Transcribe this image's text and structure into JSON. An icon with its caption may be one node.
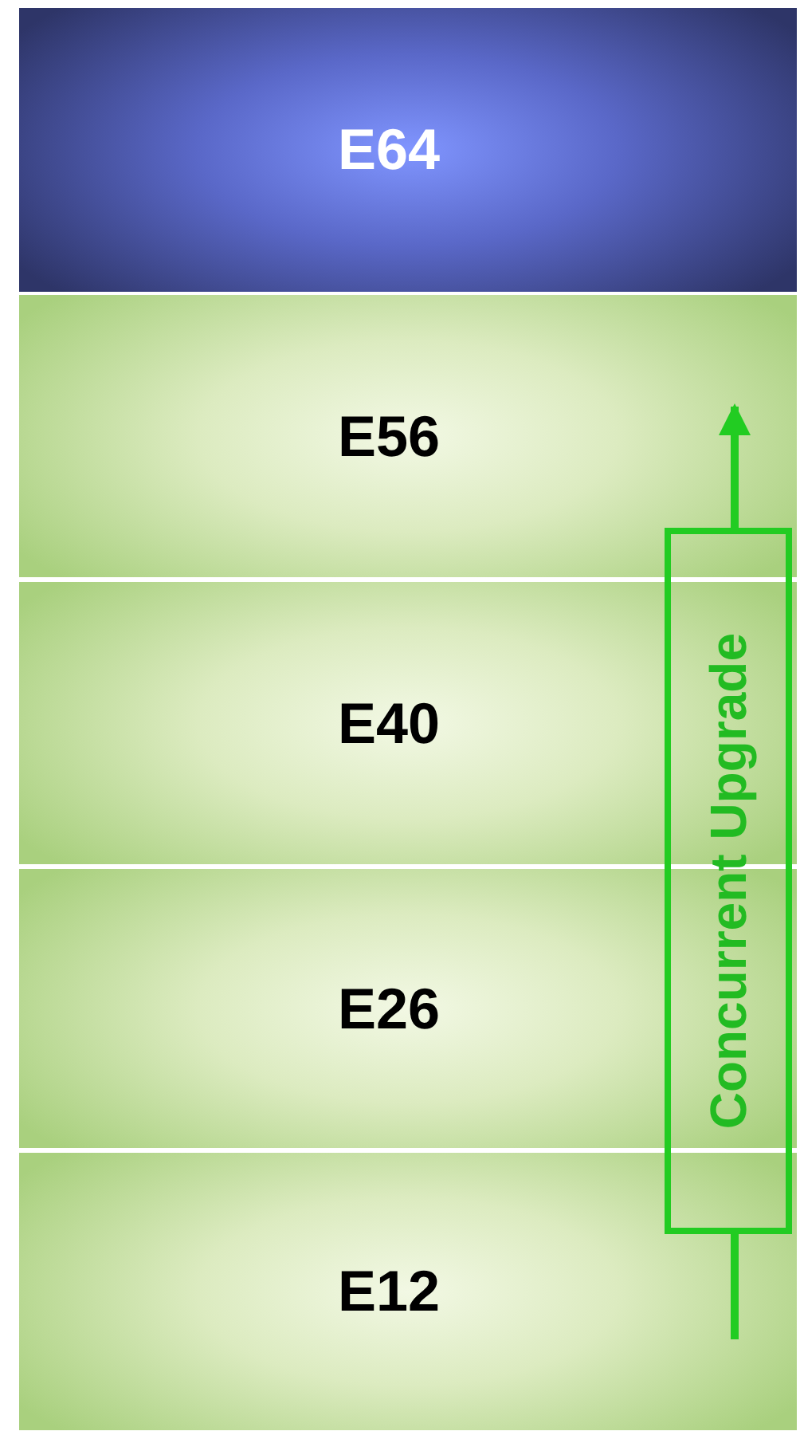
{
  "diagram": {
    "nodes": [
      {
        "text": [
          "E64"
        ]
      },
      {
        "text": [
          "E56"
        ]
      },
      {
        "text": [
          "E40"
        ]
      },
      {
        "text": [
          "E26"
        ]
      },
      {
        "text": [
          "E12"
        ]
      },
      {
        "text": [
          "Concurrent Upgrade"
        ]
      }
    ],
    "edges": [
      {
        "from": 4,
        "to": 5,
        "arrow": "none"
      },
      {
        "from": 5,
        "to": 1,
        "arrow": "to"
      }
    ]
  }
}
